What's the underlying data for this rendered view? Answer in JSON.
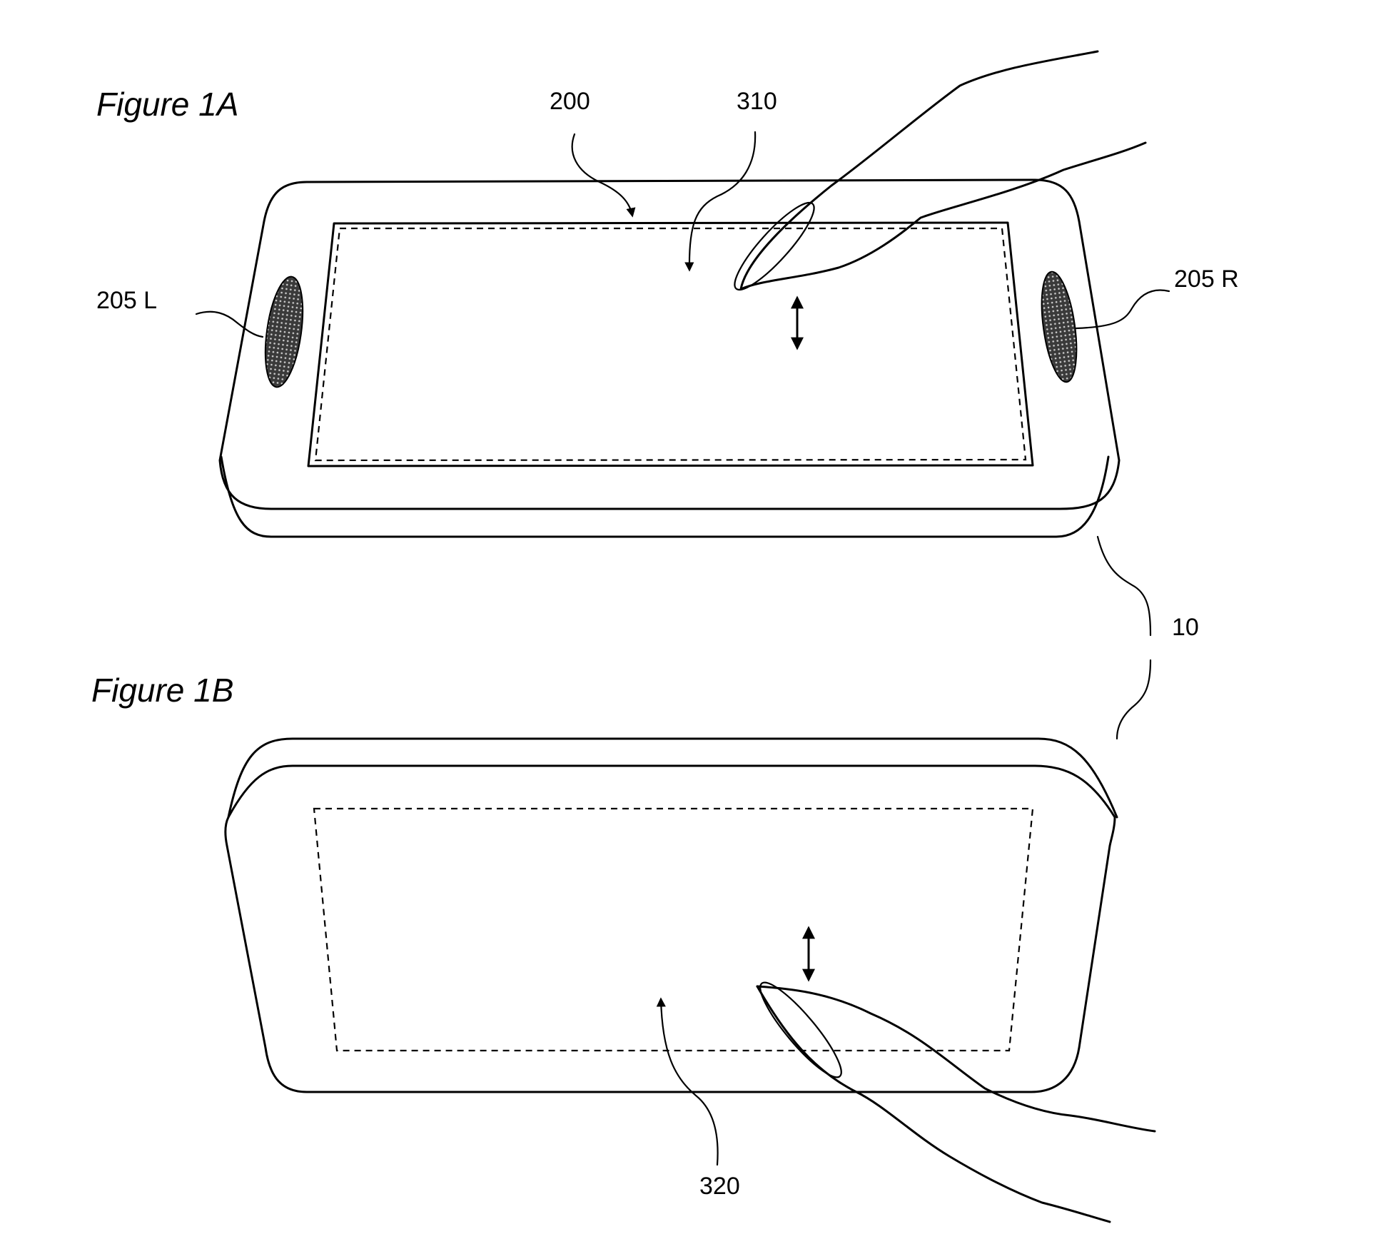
{
  "figures": [
    {
      "title": "Figure 1A"
    },
    {
      "title": "Figure 1B"
    }
  ],
  "labels": {
    "screen": "200",
    "front_touch_area": "310",
    "rear_touch_area": "320",
    "speaker_left": "205 L",
    "speaker_right": "205 R",
    "device": "10"
  },
  "icons": [
    "speaker-grille-icon",
    "finger-icon",
    "double-headed-arrow-icon"
  ]
}
